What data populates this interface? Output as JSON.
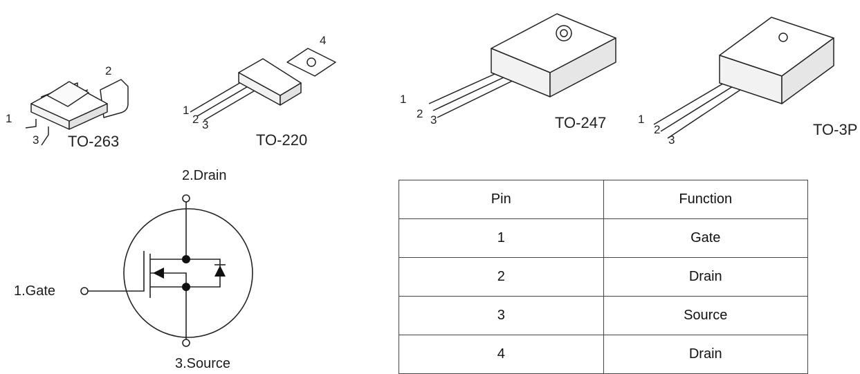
{
  "packages": [
    {
      "name": "TO-263",
      "pins": [
        "1",
        "2",
        "3"
      ]
    },
    {
      "name": "TO-220",
      "pins": [
        "1",
        "2",
        "3",
        "4"
      ]
    },
    {
      "name": "TO-247",
      "pins": [
        "1",
        "2",
        "3"
      ]
    },
    {
      "name": "TO-3P",
      "pins": [
        "1",
        "2",
        "3"
      ]
    }
  ],
  "symbol": {
    "drain_label": "2.Drain",
    "gate_label": "1.Gate",
    "source_label": "3.Source"
  },
  "pin_table": {
    "headers": [
      "Pin",
      "Function"
    ],
    "rows": [
      [
        "1",
        "Gate"
      ],
      [
        "2",
        "Drain"
      ],
      [
        "3",
        "Source"
      ],
      [
        "4",
        "Drain"
      ]
    ]
  }
}
